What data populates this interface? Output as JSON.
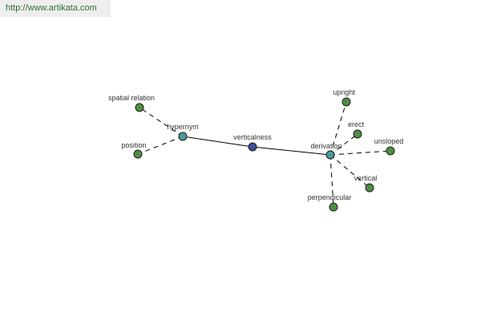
{
  "header": {
    "url": "http://www.artikata.com"
  },
  "colors": {
    "center": "#3f4f9a",
    "relation": "#4a9a9a",
    "term": "#4f8f3f"
  },
  "graph": {
    "nodes": [
      {
        "id": "verticalness",
        "label": "verticalness",
        "kind": "center"
      },
      {
        "id": "hypernym",
        "label": "hypernym",
        "kind": "relation"
      },
      {
        "id": "derivation",
        "label": "derivation",
        "kind": "relation"
      },
      {
        "id": "spatial_relation",
        "label": "spatial relation",
        "kind": "term"
      },
      {
        "id": "position",
        "label": "position",
        "kind": "term"
      },
      {
        "id": "upright",
        "label": "upright",
        "kind": "term"
      },
      {
        "id": "erect",
        "label": "erect",
        "kind": "term"
      },
      {
        "id": "unsloped",
        "label": "unsloped",
        "kind": "term"
      },
      {
        "id": "vertical",
        "label": "vertical",
        "kind": "term"
      },
      {
        "id": "perpendicular",
        "label": "perpendicular",
        "kind": "term"
      }
    ],
    "edges": [
      {
        "from": "verticalness",
        "to": "hypernym",
        "style": "solid"
      },
      {
        "from": "verticalness",
        "to": "derivation",
        "style": "solid"
      },
      {
        "from": "hypernym",
        "to": "spatial_relation",
        "style": "dashed"
      },
      {
        "from": "hypernym",
        "to": "position",
        "style": "dashed"
      },
      {
        "from": "derivation",
        "to": "upright",
        "style": "dashed"
      },
      {
        "from": "derivation",
        "to": "erect",
        "style": "dashed"
      },
      {
        "from": "derivation",
        "to": "unsloped",
        "style": "dashed"
      },
      {
        "from": "derivation",
        "to": "vertical",
        "style": "dashed"
      },
      {
        "from": "derivation",
        "to": "perpendicular",
        "style": "dashed"
      }
    ]
  }
}
